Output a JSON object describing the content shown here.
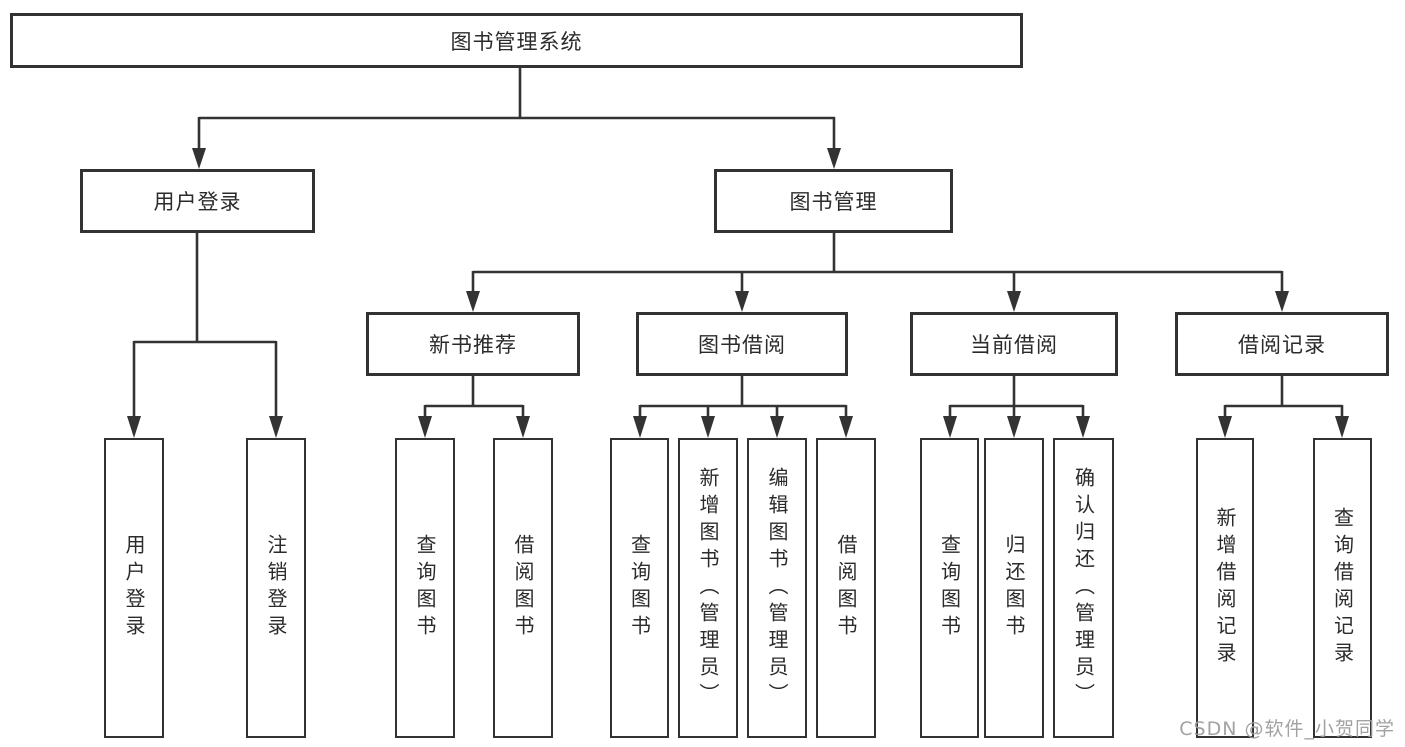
{
  "colors": {
    "background": "#ffffff",
    "line_and_border": "#333333",
    "text": "#2b2b2b",
    "watermark_text": "#9b9b9b"
  },
  "diagram": {
    "root": {
      "label": "图书管理系统"
    },
    "level2": [
      {
        "label": "用户登录"
      },
      {
        "label": "图书管理"
      }
    ],
    "level3": [
      {
        "label": "新书推荐",
        "parent": "图书管理"
      },
      {
        "label": "图书借阅",
        "parent": "图书管理"
      },
      {
        "label": "当前借阅",
        "parent": "图书管理"
      },
      {
        "label": "借阅记录",
        "parent": "图书管理"
      }
    ],
    "leaves": [
      {
        "label": "用户登录",
        "parent": "用户登录"
      },
      {
        "label": "注销登录",
        "parent": "用户登录"
      },
      {
        "label": "查询图书",
        "parent": "新书推荐"
      },
      {
        "label": "借阅图书",
        "parent": "新书推荐"
      },
      {
        "label": "查询图书",
        "parent": "图书借阅"
      },
      {
        "label": "新增图书（管理员）",
        "parent": "图书借阅"
      },
      {
        "label": "编辑图书（管理员）",
        "parent": "图书借阅"
      },
      {
        "label": "借阅图书",
        "parent": "图书借阅"
      },
      {
        "label": "查询图书",
        "parent": "当前借阅"
      },
      {
        "label": "归还图书",
        "parent": "当前借阅"
      },
      {
        "label": "确认归还（管理员）",
        "parent": "当前借阅"
      },
      {
        "label": "新增借阅记录",
        "parent": "借阅记录"
      },
      {
        "label": "查询借阅记录",
        "parent": "借阅记录"
      }
    ]
  },
  "watermark": {
    "text": "CSDN @软件_小贺同学"
  }
}
